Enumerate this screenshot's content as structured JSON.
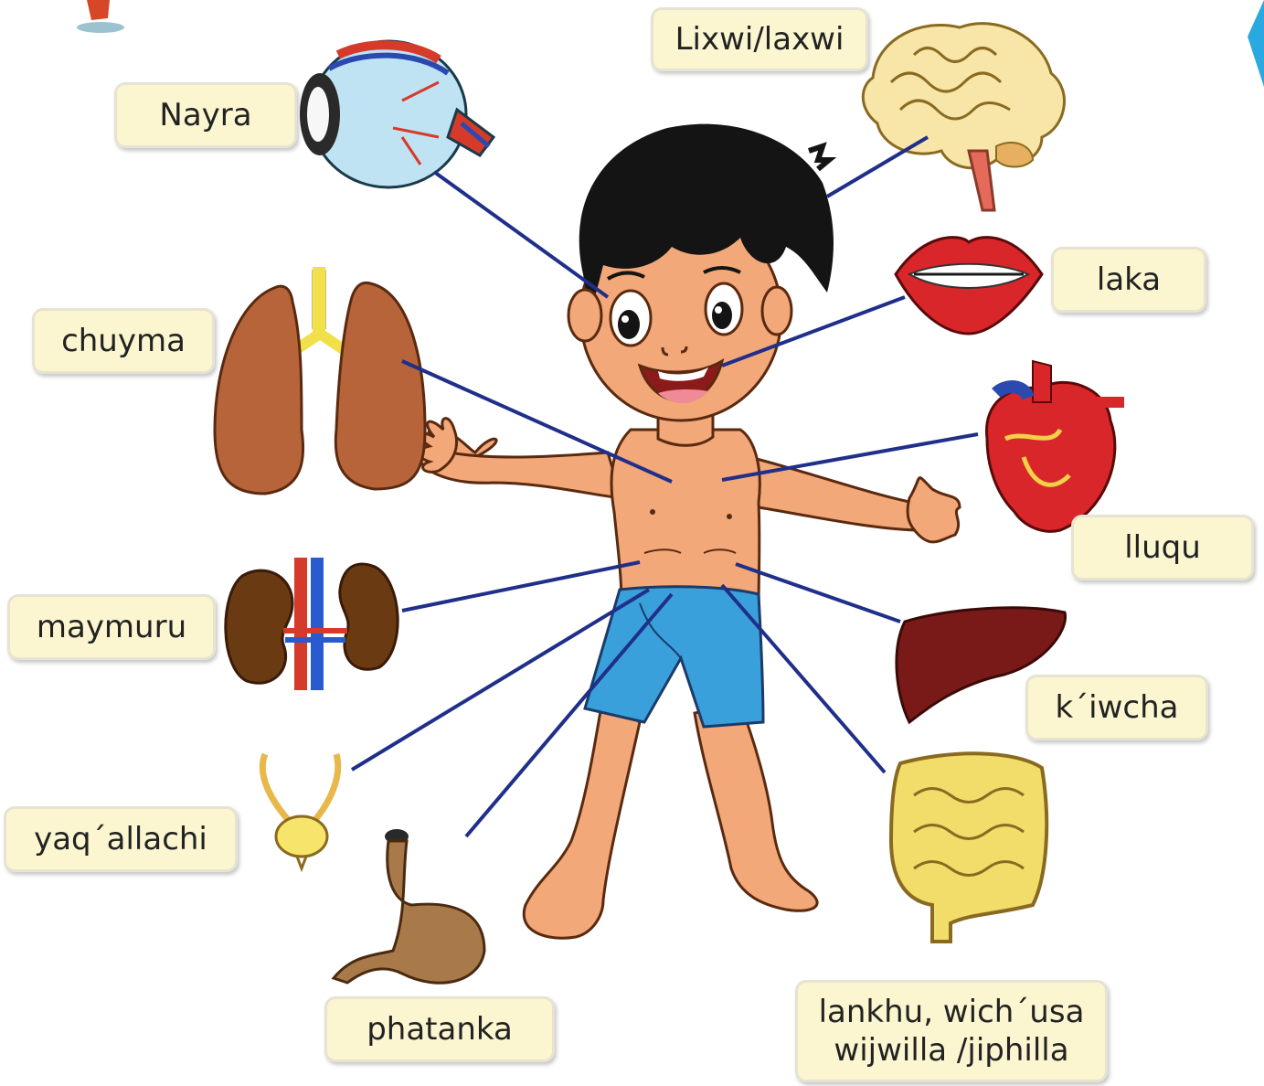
{
  "labels": {
    "nayra": "Nayra",
    "lixwi": "Lixwi/laxwi",
    "chuyma": "chuyma",
    "laka": "laka",
    "lluqu": "lluqu",
    "maymuru": "maymuru",
    "kiwcha": "k´iwcha",
    "yaqallachi": "yaq´allachi",
    "phatanka": "phatanka",
    "lankhu_line1": "lankhu, wich´usa",
    "lankhu_line2": "wijwilla /jiphilla"
  },
  "colors": {
    "label_bg": "#fbf6d0",
    "connector": "#1f2f8a",
    "skin": "#f2a878",
    "shorts": "#3aa0dc"
  },
  "icons": [
    "eye-icon",
    "brain-icon",
    "lungs-icon",
    "mouth-icon",
    "heart-icon",
    "kidneys-icon",
    "liver-icon",
    "bladder-icon",
    "stomach-icon",
    "intestines-icon",
    "boy-figure"
  ]
}
